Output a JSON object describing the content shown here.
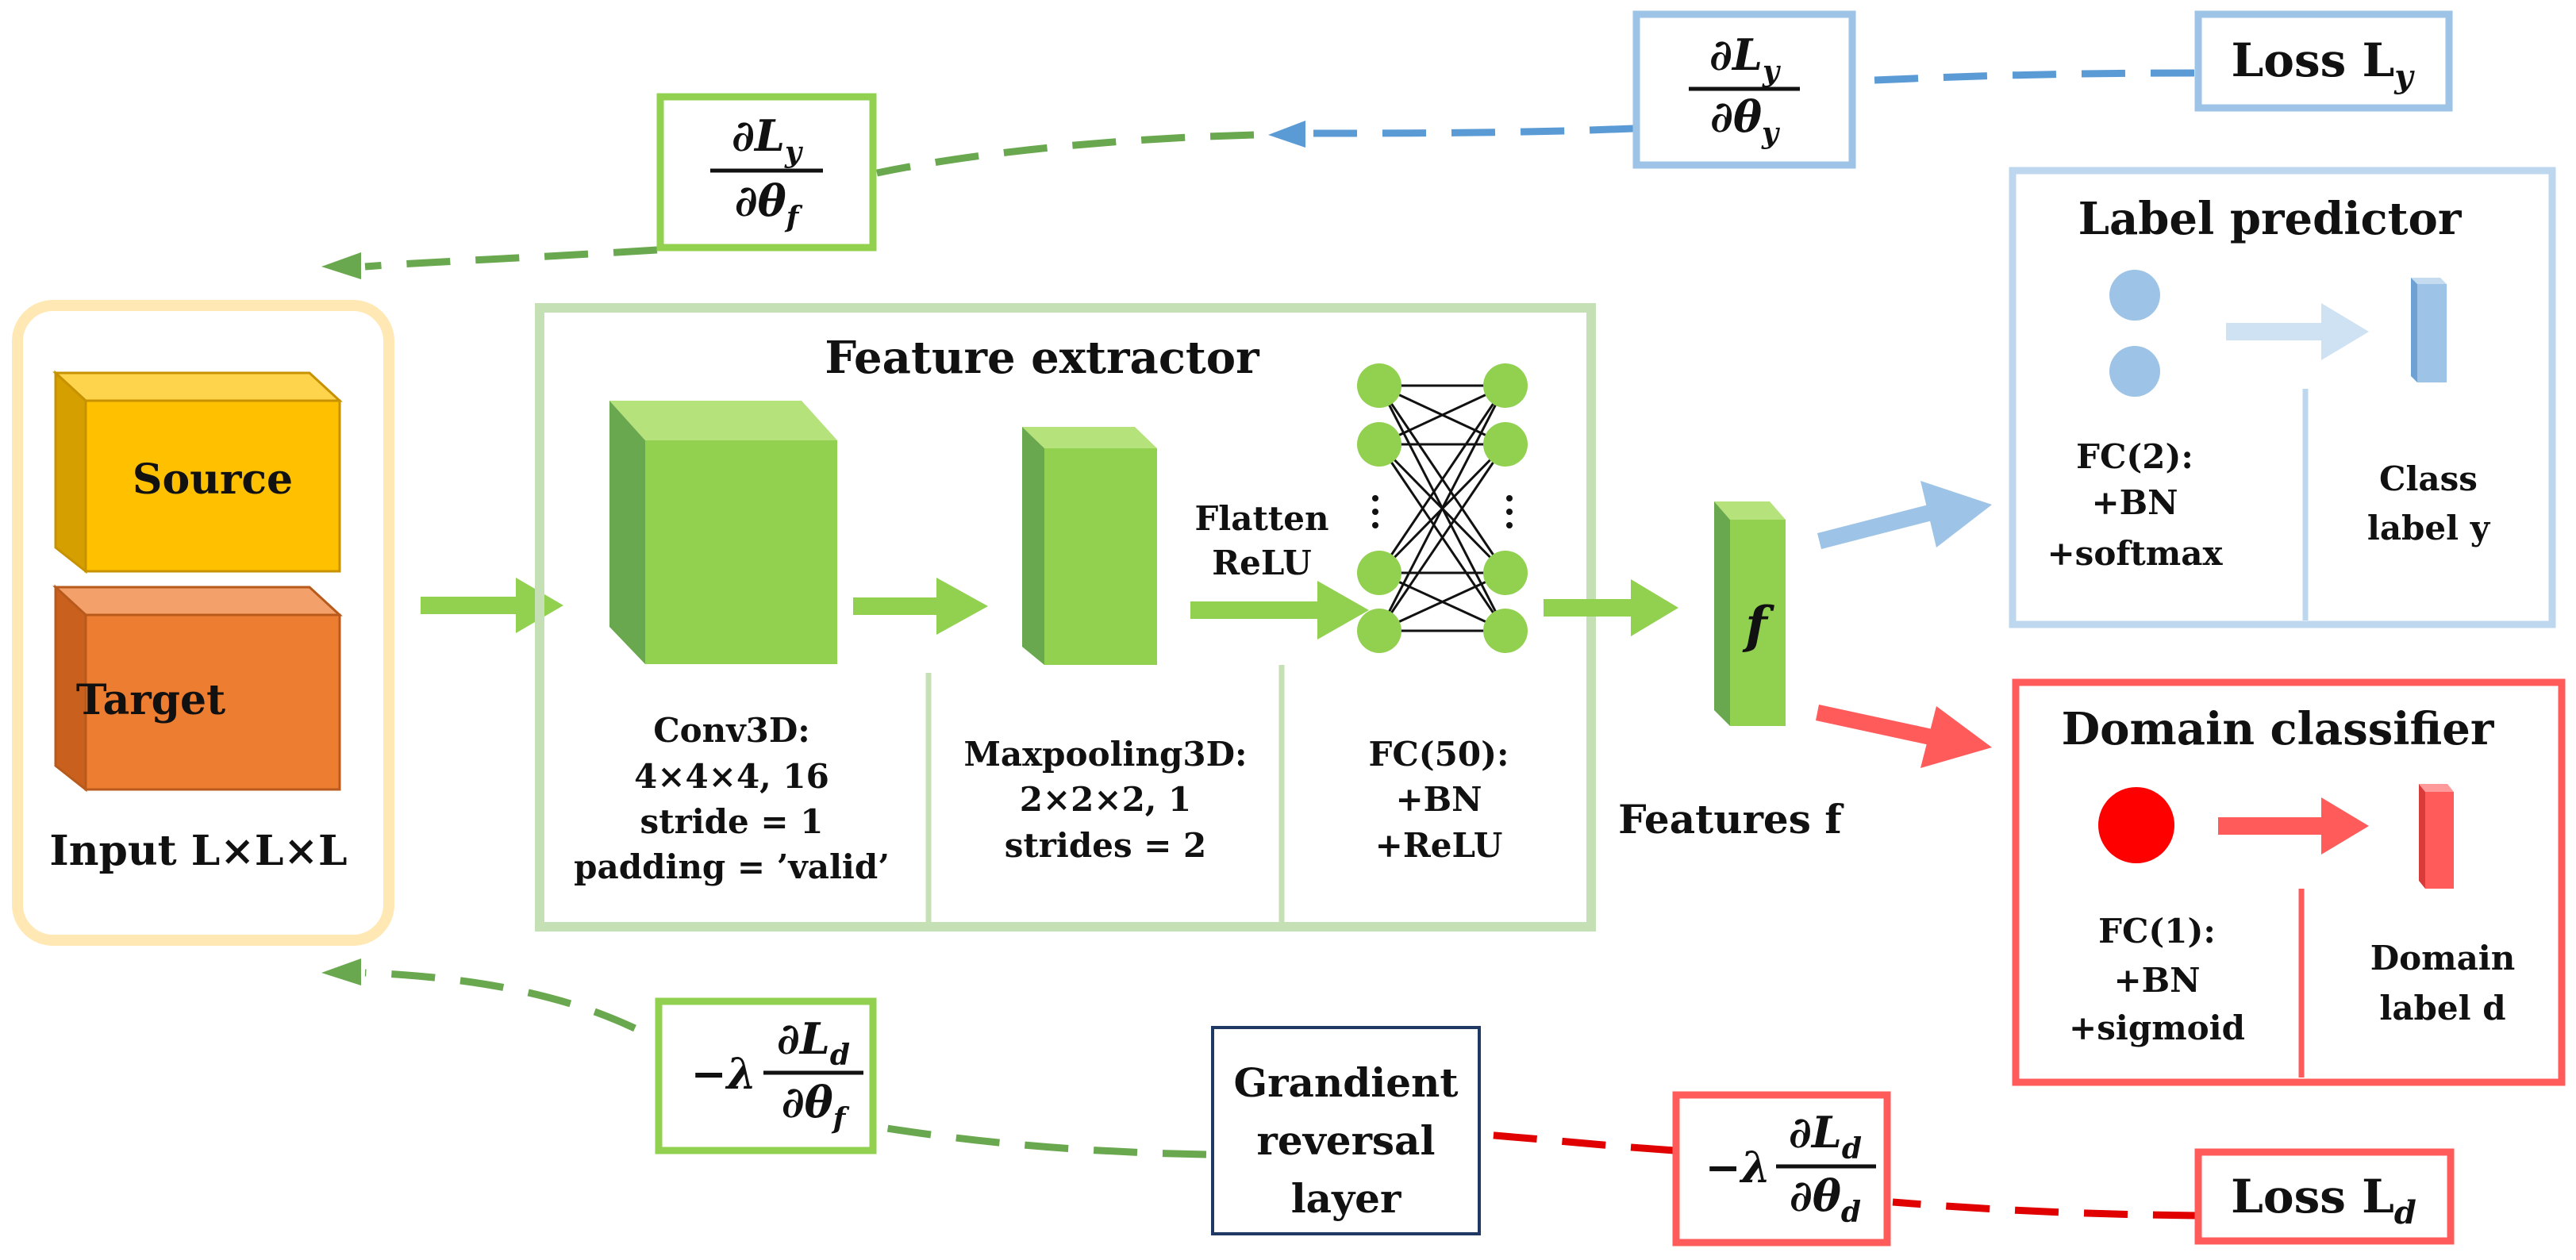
{
  "input": {
    "source_label": "Source",
    "target_label": "Target",
    "caption": "Input  L×L×L"
  },
  "feature_extractor": {
    "title": "Feature extractor",
    "conv": [
      "Conv3D:",
      "4×4×4, 16",
      "stride = 1",
      "padding = ’valid’"
    ],
    "pool": [
      "Maxpooling3D:",
      "2×2×2, 1",
      "strides = 2"
    ],
    "flatten": [
      "Flatten",
      "ReLU"
    ],
    "fc": [
      "FC(50):",
      "+BN",
      "+ReLU"
    ]
  },
  "features": {
    "block_label": "f",
    "caption": "Features f"
  },
  "label_predictor": {
    "title": "Label predictor",
    "fc": [
      "FC(2):",
      "+BN",
      "+softmax"
    ],
    "output": [
      "Class",
      "label y"
    ]
  },
  "domain_classifier": {
    "title": "Domain classifier",
    "fc": [
      "FC(1):",
      "+BN",
      "+sigmoid"
    ],
    "output": [
      "Domain",
      "label d"
    ]
  },
  "gradients": {
    "dLy_dthy": {
      "num": "∂L",
      "num_sub": "y",
      "den": "∂θ",
      "den_sub": "y"
    },
    "dLy_dthf": {
      "num": "∂L",
      "num_sub": "y",
      "den": "∂θ",
      "den_sub": "f"
    },
    "neg_dLd_dthf": {
      "prefix": "−λ",
      "num": "∂L",
      "num_sub": "d",
      "den": "∂θ",
      "den_sub": "f"
    },
    "neg_dLd_dthd": {
      "prefix": "−λ",
      "num": "∂L",
      "num_sub": "d",
      "den": "∂θ",
      "den_sub": "d"
    }
  },
  "losses": {
    "ly": {
      "text": "Loss L",
      "sub": "y"
    },
    "ld": {
      "text": "Loss L",
      "sub": "d"
    }
  },
  "grl": [
    "Grandient",
    "reversal",
    "layer"
  ],
  "colors": {
    "green": "#92d050",
    "green_dark": "#6aa84f",
    "green_frame": "#c5e0b4",
    "blue": "#9dc3e6",
    "blue_dark": "#5b9bd5",
    "blue_frame": "#bdd7ee",
    "red": "#ff5b5b",
    "red_dark": "#e00000",
    "input_frame": "#ffe8b3",
    "source": "#ffc000",
    "target": "#ed7d31",
    "grl_border": "#1f3864"
  }
}
